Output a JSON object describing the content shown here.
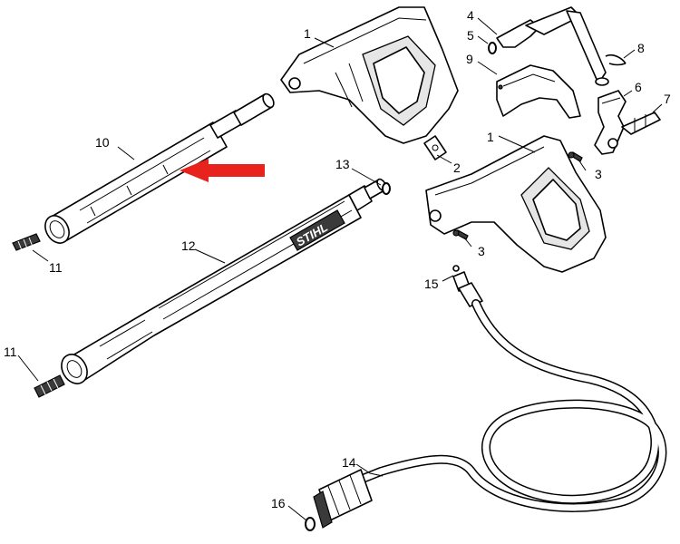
{
  "diagram": {
    "callouts": [
      {
        "id": "c1a",
        "text": "1"
      },
      {
        "id": "c1b",
        "text": "1"
      },
      {
        "id": "c2",
        "text": "2"
      },
      {
        "id": "c3a",
        "text": "3"
      },
      {
        "id": "c3b",
        "text": "3"
      },
      {
        "id": "c4",
        "text": "4"
      },
      {
        "id": "c5",
        "text": "5"
      },
      {
        "id": "c6",
        "text": "6"
      },
      {
        "id": "c7",
        "text": "7"
      },
      {
        "id": "c8",
        "text": "8"
      },
      {
        "id": "c9",
        "text": "9"
      },
      {
        "id": "c10",
        "text": "10"
      },
      {
        "id": "c11a",
        "text": "11"
      },
      {
        "id": "c11b",
        "text": "11"
      },
      {
        "id": "c12",
        "text": "12"
      },
      {
        "id": "c13",
        "text": "13"
      },
      {
        "id": "c14",
        "text": "14"
      },
      {
        "id": "c15",
        "text": "15"
      },
      {
        "id": "c16",
        "text": "16"
      }
    ],
    "logo_text": "STIHL",
    "highlight_arrow_color": "#e8231e"
  }
}
